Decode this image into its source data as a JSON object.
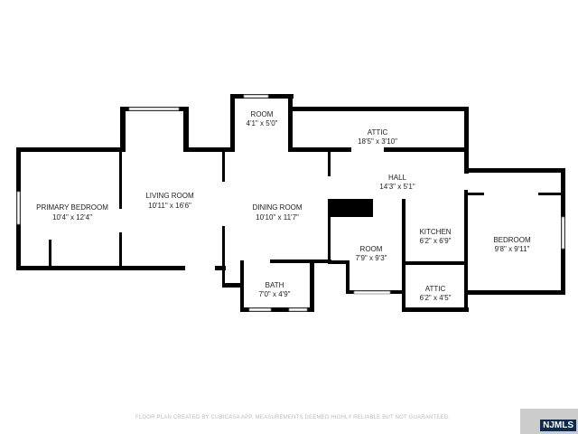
{
  "rooms": [
    {
      "name": "PRIMARY BEDROOM",
      "size": "10'4\" x 12'4\""
    },
    {
      "name": "LIVING ROOM",
      "size": "10'11\" x 16'6\""
    },
    {
      "name": "ROOM",
      "size": "4'1\" x 5'0\""
    },
    {
      "name": "ATTIC",
      "size": "18'5\" x 3'10\""
    },
    {
      "name": "DINING ROOM",
      "size": "10'10\" x 11'7\""
    },
    {
      "name": "HALL",
      "size": "14'3\" x 5'1\""
    },
    {
      "name": "KITCHEN",
      "size": "6'2\" x 6'9\""
    },
    {
      "name": "ROOM",
      "size": "7'9\" x 9'3\""
    },
    {
      "name": "BATH",
      "size": "7'0\" x 4'9\""
    },
    {
      "name": "ATTIC",
      "size": "6'2\" x 4'5\""
    },
    {
      "name": "BEDROOM",
      "size": "9'8\" x 9'11\""
    }
  ],
  "footer": {
    "disclaimer": "FLOOR PLAN CREATED BY CUBICASA APP. MEASUREMENTS DEEMED HIGHLY RELIABLE BUT NOT GUARANTEED."
  },
  "logo": {
    "text": "NJMLS"
  },
  "colors": {
    "wall": "#000000",
    "background": "#ffffff",
    "logo": "#0d2b4e"
  }
}
